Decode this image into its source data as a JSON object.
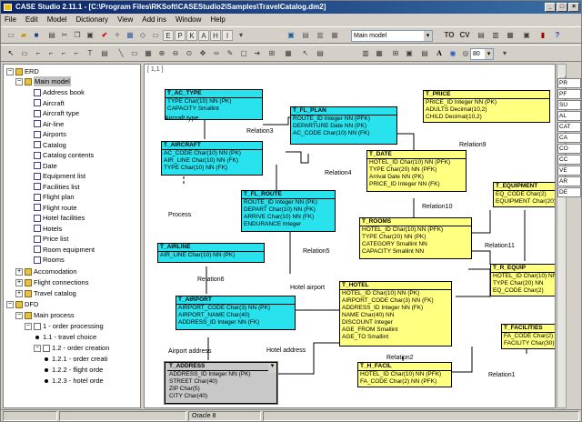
{
  "window": {
    "title": "CASE Studio 2.11.1 - [C:\\Program Files\\RKSoft\\CASEStudio2\\Samples\\TravelCatalog.dm2]",
    "controls": [
      "_",
      "□",
      "×"
    ]
  },
  "menu": [
    "File",
    "Edit",
    "Model",
    "Dictionary",
    "View",
    "Add ins",
    "Window",
    "Help"
  ],
  "toolbar": {
    "tool_letters": [
      "E",
      "P",
      "K",
      "A",
      "H",
      "I"
    ],
    "model_select": "Main model",
    "to_label": "TO",
    "cv_label": "CV",
    "zoom": "80"
  },
  "tree": {
    "erd": "ERD",
    "main_model": "Main model",
    "main_children": [
      "Address book",
      "Aircraft",
      "Aircraft type",
      "Air-line",
      "Airports",
      "Catalog",
      "Catalog contents",
      "Date",
      "Equipment list",
      "Facilities list",
      "Flight plan",
      "Flight route",
      "Hotel facilities",
      "Hotels",
      "Price list",
      "Room equipment",
      "Rooms"
    ],
    "other_groups": [
      "Accomodation",
      "Flight connections",
      "Travel catalog"
    ],
    "dfd": "DFD",
    "main_process": "Main process",
    "p1": "1 - order processing",
    "p11": "1.1 - travel choice",
    "p12": "1.2 - order creation",
    "p121": "1.2.1 - order creati",
    "p122": "1.2.2 - flight orde",
    "p123": "1.2.3 - hotel orde"
  },
  "canvas": {
    "corner": "[ 1,1 ]"
  },
  "entities": {
    "t_ac_type": {
      "name": "T_AC_TYPE",
      "rows": [
        "TYPE        Char(10) NN  (PK)",
        "CAPACITY  Smallint"
      ]
    },
    "t_fl_plan": {
      "name": "T_FL_PLAN",
      "rows": [
        "ROUTE_ID    Integer  NN  (PFK)",
        "DEPARTURE  Date     NN  (PK)",
        "AC_CODE     Char(10) NN  (FK)"
      ]
    },
    "t_price": {
      "name": "T_PRICE",
      "rows": [
        "PRICE_ID  Integer     NN  (PK)",
        "ADULTS     Decimal(10,2)",
        "CHILD       Decimal(10,2)"
      ]
    },
    "t_aircraft": {
      "name": "T_AIRCRAFT",
      "rows": [
        "AC_CODE   Char(10) NN  (PK)",
        "AIR_LINE   Char(10) NN  (FK)",
        "TYPE         Char(10) NN  (FK)"
      ]
    },
    "t_date": {
      "name": "T_DATE",
      "rows": [
        "HOTEL_ID  Char(10) NN  (PFK)",
        "TYPE        Char(20) NN  (PFK)",
        "Arrival       Date      NN  (PK)",
        "PRICE_ID   Integer   NN  (FK)"
      ]
    },
    "t_fl_route": {
      "name": "T_FL_ROUTE",
      "rows": [
        "ROUTE_ID   Integer  NN  (PK)",
        "DEPART      Char(10) NN  (FK)",
        "ARRIVE       Char(10) NN  (FK)",
        "ENDURANCE Integer"
      ]
    },
    "t_rooms": {
      "name": "T_ROOMS",
      "rows": [
        "HOTEL_ID   Char(10) NN  (PFK)",
        "TYPE          Char(20) NN  (PK)",
        "CATEGORY  Smallint  NN",
        "CAPACITY  Smallint  NN"
      ]
    },
    "t_equipment": {
      "name": "T_EQUIPMENT",
      "rows": [
        "EQ_CODE  Char(2)",
        "EQUIPMENT Char(20)"
      ]
    },
    "t_airline": {
      "name": "T_AIRLINE",
      "rows": [
        "AIR_LINE  Char(10) NN  (PK)"
      ]
    },
    "t_r_equip": {
      "name": "T_R_EQUIP",
      "rows": [
        "HOTEL_ID  Char(10) NN",
        "TYPE        Char(20) NN",
        "EQ_CODE   Char(2)"
      ]
    },
    "t_hotel": {
      "name": "T_HOTEL",
      "rows": [
        "HOTEL_ID    Char(10) NN  (PK)",
        "AIRPORT_CODE Char(3)  NN  (FK)",
        "ADDRESS_ID  Integer   NN  (FK)",
        "NAME            Char(40)  NN",
        "DISCOUNT    Integer",
        "AGE_FROM    Smallint",
        "AGE_TO        Smallint"
      ]
    },
    "t_airport": {
      "name": "T_AIRPORT",
      "rows": [
        "AIRPORT_CODE Char(3)  NN  (PK)",
        "AIRPORT_NAME Char(40)",
        "ADDRESS_ID    Integer  NN  (FK)"
      ]
    },
    "t_facilities": {
      "name": "T_FACILITIES",
      "rows": [
        "FA_CODE   Char(2)",
        "FACILITY  Char(30)"
      ]
    },
    "t_address": {
      "name": "T_ADDRESS",
      "rows": [
        "ADDRESS_ID Integer  NN  (PK)",
        "STREET         Char(40)",
        "ZIP               Char(5)",
        "CITY              Char(40)"
      ]
    },
    "t_h_facil": {
      "name": "T_H_FACIL",
      "rows": [
        "HOTEL_ID  Char(10) NN  (PFK)",
        "FA_CODE   Char(2)   NN  (PFK)"
      ]
    }
  },
  "relations": {
    "aircraft_type": "Aircraft type",
    "relation3": "Relation3",
    "relation4": "Relation4",
    "relation9": "Relation9",
    "relation10": "Relation10",
    "relation11": "Relation11",
    "relation5": "Relation5",
    "relation6": "Relation6",
    "relation2": "Relation2",
    "relation1": "Relation1",
    "process": "Process",
    "hotel_airport": "Hotel airport",
    "airport_address": "Airport address",
    "hotel_address": "Hotel address"
  },
  "right_panel": [
    "PR",
    "PF",
    "SU",
    "AL",
    "CAT",
    "CA",
    "CO",
    "CC",
    "VE",
    "AR",
    "DE"
  ],
  "status": {
    "db": "Oracle 8"
  }
}
